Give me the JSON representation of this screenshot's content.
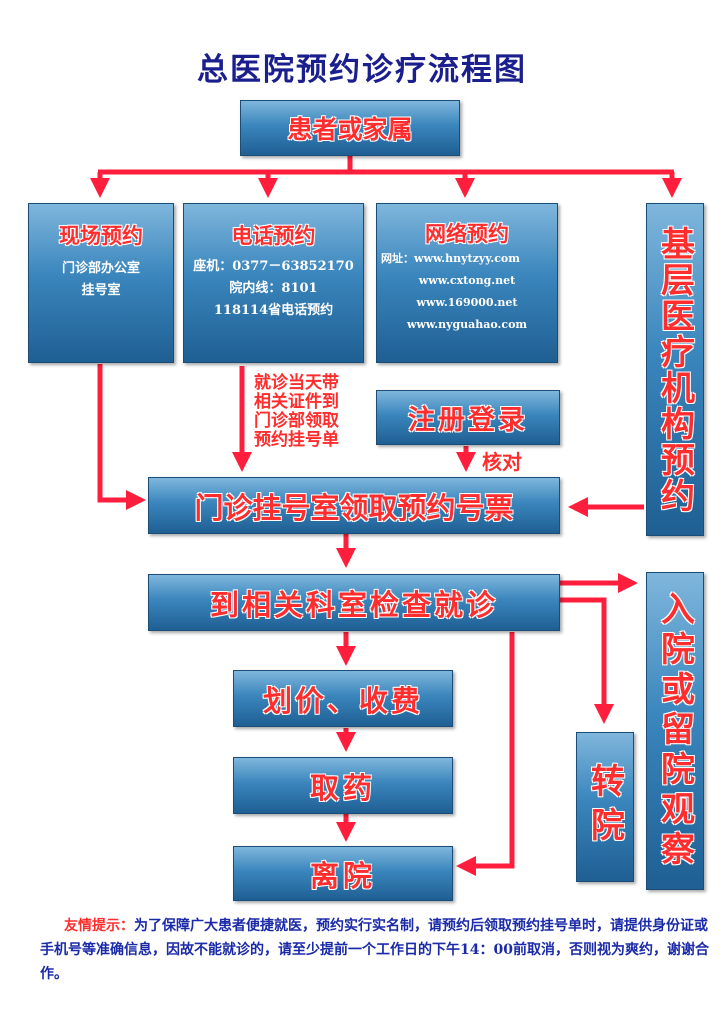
{
  "title": "总医院预约诊疗流程图",
  "nodes": {
    "patient": "患者或家属",
    "onsite": {
      "title": "现场预约",
      "lines": [
        "门诊部办公室",
        "挂号室"
      ]
    },
    "phone": {
      "title": "电话预约",
      "lines": [
        "座机：0377－63852170",
        "院内线：8101",
        "118114省电话预约"
      ]
    },
    "web": {
      "title": "网络预约",
      "lines": [
        "网址：www.hnytzyy.com",
        "www.cxtong.net",
        "www.169000.net",
        "www.nyguahao.com"
      ]
    },
    "community": "基层医疗机构预约",
    "register": "注册登录",
    "verify": "核对",
    "phone_note": [
      "就诊当天带",
      "相关证件到",
      "门诊部领取",
      "预约挂号单"
    ],
    "ticket": "门诊挂号室领取预约号票",
    "exam": "到相关科室检查就诊",
    "pay": "划价、收费",
    "medicine": "取药",
    "leave": "离院",
    "transfer": "转院",
    "admit": "入院或留院观察"
  },
  "footer": {
    "hint_label": "友情提示：",
    "text": "为了保障广大患者便捷就医，预约实行实名制，请预约后领取预约挂号单时，请提供身份证或手机号等准确信息，因故不能就诊的，请至少提前一个工作日的下午14：00前取消，否则视为爽约，谢谢合作。"
  },
  "colors": {
    "title": "#1b1f8e",
    "arrow": "#ff1f3d",
    "box": "#2f78b0",
    "text_red": "#ff2d2d",
    "footer": "#1b2aa8"
  }
}
